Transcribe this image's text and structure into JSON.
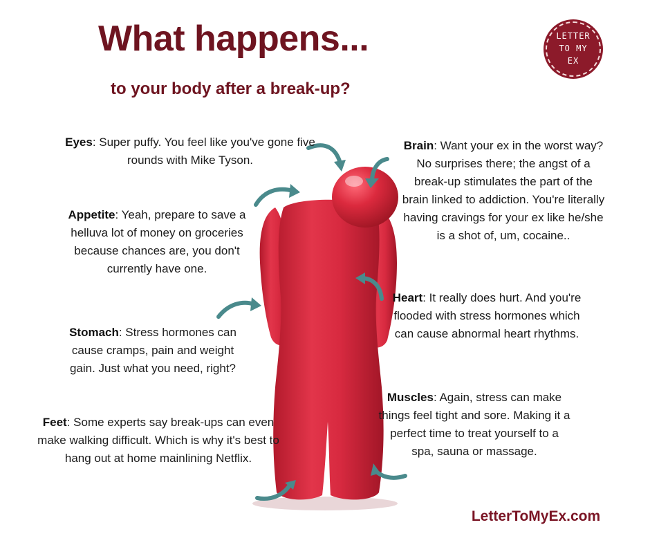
{
  "header": {
    "title": "What happens...",
    "subtitle": "to your body after a break-up?"
  },
  "logo": {
    "line1": "LETTER",
    "line2": "TO MY",
    "line3": "EX"
  },
  "labels": {
    "eyes": {
      "term": "Eyes",
      "text": ": Super puffy. You feel like you've gone five rounds with Mike Tyson."
    },
    "appetite": {
      "term": "Appetite",
      "text": ": Yeah, prepare to save a helluva lot of money on groceries because chances are, you don't currently have one."
    },
    "stomach": {
      "term": "Stomach",
      "text": ": Stress hormones can cause cramps, pain and weight gain. Just what you need, right?"
    },
    "feet": {
      "term": "Feet",
      "text": ": Some experts say break-ups can even make walking difficult. Which is why it's best to hang out at home mainlining Netflix."
    },
    "brain": {
      "term": "Brain",
      "text": ": Want your ex in the worst way? No surprises there; the angst of a break-up stimulates the part of the brain linked to addiction. You're literally having cravings for your ex like he/she is a shot of, um, cocaine.."
    },
    "heart": {
      "term": "Heart",
      "text": ": It really does hurt. And you're flooded with stress hormones which can cause abnormal heart rhythms."
    },
    "muscles": {
      "term": "Muscles",
      "text": ": Again, stress can make things feel tight and sore. Making it a perfect time to treat yourself to a spa, sauna or massage."
    }
  },
  "footer": {
    "url": "LetterToMyEx.com"
  },
  "colors": {
    "brand": "#6e1420",
    "arrow": "#4a8a8c",
    "figure": "#d4253a"
  }
}
